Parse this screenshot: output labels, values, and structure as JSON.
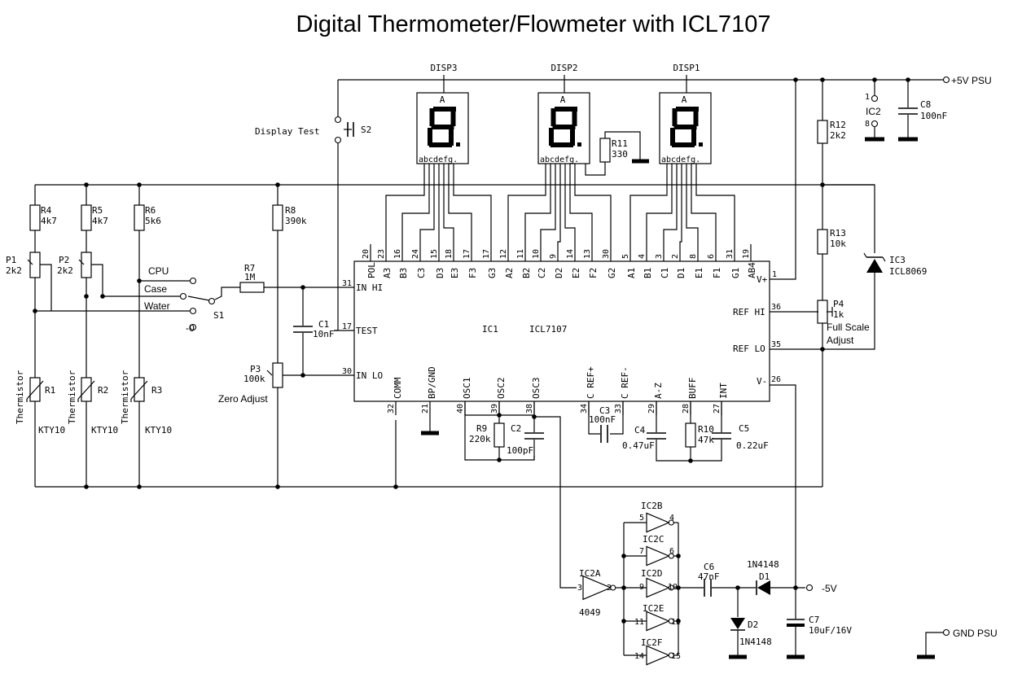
{
  "title": "Digital Thermometer/Flowmeter with ICL7107",
  "power": {
    "vplus": "+5V PSU",
    "vminus": "-5V",
    "gnd": "GND PSU"
  },
  "displays": {
    "disp3": {
      "name": "DISP3",
      "seg_a": "A",
      "pins": "abcdefg."
    },
    "disp2": {
      "name": "DISP2",
      "seg_a": "A",
      "pins": "abcdefg."
    },
    "disp1": {
      "name": "DISP1",
      "seg_a": "A",
      "pins": "abcdefg."
    }
  },
  "switches": {
    "s2_name": "S2",
    "s2_label": "Display Test",
    "s1_name": "S1",
    "s1_opt_cpu": "CPU",
    "s1_opt_case": "Case",
    "s1_opt_water": "Water",
    "s1_opt_off": "-0"
  },
  "sensors": {
    "r1": {
      "name": "R1",
      "type": "KTY10",
      "label": "Thermistor"
    },
    "r2": {
      "name": "R2",
      "type": "KTY10",
      "label": "Thermistor"
    },
    "r3": {
      "name": "R3",
      "type": "KTY10",
      "label": "Thermistor"
    }
  },
  "resistors": {
    "r4": {
      "name": "R4",
      "value": "4k7"
    },
    "r5": {
      "name": "R5",
      "value": "4k7"
    },
    "r6": {
      "name": "R6",
      "value": "5k6"
    },
    "r7": {
      "name": "R7",
      "value": "1M"
    },
    "r8": {
      "name": "R8",
      "value": "390k"
    },
    "r9": {
      "name": "R9",
      "value": "220k"
    },
    "r10": {
      "name": "R10",
      "value": "47k"
    },
    "r11": {
      "name": "R11",
      "value": "330"
    },
    "r12": {
      "name": "R12",
      "value": "2k2"
    },
    "r13": {
      "name": "R13",
      "value": "10k"
    }
  },
  "pots": {
    "p1": {
      "name": "P1",
      "value": "2k2"
    },
    "p2": {
      "name": "P2",
      "value": "2k2"
    },
    "p3": {
      "name": "P3",
      "value": "100k",
      "label": "Zero Adjust"
    },
    "p4": {
      "name": "P4",
      "value": "1k",
      "label1": "Full Scale",
      "label2": "Adjust"
    }
  },
  "caps": {
    "c1": {
      "name": "C1",
      "value": "10nF"
    },
    "c2": {
      "name": "C2",
      "value": "100pF"
    },
    "c3": {
      "name": "C3",
      "value": "100nF"
    },
    "c4": {
      "name": "C4",
      "value": "0.47uF"
    },
    "c5": {
      "name": "C5",
      "value": "0.22uF"
    },
    "c6": {
      "name": "C6",
      "value": "47nF"
    },
    "c7": {
      "name": "C7",
      "value": "10uF/16V"
    },
    "c8": {
      "name": "C8",
      "value": "100nF"
    }
  },
  "ics": {
    "ic1": {
      "name": "IC1",
      "part": "ICL7107"
    },
    "ic2": {
      "name": "IC2",
      "pin_top": "1",
      "pin_bot": "8"
    },
    "ic3": {
      "name": "IC3",
      "part": "ICL8069"
    },
    "ic2a": {
      "name": "IC2A",
      "part": "4049",
      "pin_in": "3",
      "pin_out": "2"
    },
    "ic2b": {
      "name": "IC2B",
      "pin_in": "5",
      "pin_out": "4"
    },
    "ic2c": {
      "name": "IC2C",
      "pin_in": "7",
      "pin_out": "6"
    },
    "ic2d": {
      "name": "IC2D",
      "pin_in": "9",
      "pin_out": "10"
    },
    "ic2e": {
      "name": "IC2E",
      "pin_in": "11",
      "pin_out": "12"
    },
    "ic2f": {
      "name": "IC2F",
      "pin_in": "14",
      "pin_out": "15"
    }
  },
  "diodes": {
    "d1": {
      "name": "D1",
      "part": "1N4148"
    },
    "d2": {
      "name": "D2",
      "part": "1N4148"
    }
  },
  "ic1_top_pins": [
    {
      "num": "20",
      "label": "POL"
    },
    {
      "num": "23",
      "label": "A3"
    },
    {
      "num": "16",
      "label": "B3"
    },
    {
      "num": "24",
      "label": "C3"
    },
    {
      "num": "15",
      "label": "D3"
    },
    {
      "num": "18",
      "label": "E3"
    },
    {
      "num": "17",
      "label": "F3"
    },
    {
      "num": "17",
      "label": "G3"
    },
    {
      "num": "12",
      "label": "A2"
    },
    {
      "num": "11",
      "label": "B2"
    },
    {
      "num": "10",
      "label": "C2"
    },
    {
      "num": "9",
      "label": "D2"
    },
    {
      "num": "14",
      "label": "E2"
    },
    {
      "num": "13",
      "label": "F2"
    },
    {
      "num": "30",
      "label": "G2"
    },
    {
      "num": "5",
      "label": "A1"
    },
    {
      "num": "4",
      "label": "B1"
    },
    {
      "num": "3",
      "label": "C1"
    },
    {
      "num": "2",
      "label": "D1"
    },
    {
      "num": "8",
      "label": "E1"
    },
    {
      "num": "6",
      "label": "F1"
    },
    {
      "num": "31",
      "label": "G1"
    },
    {
      "num": "19",
      "label": "AB4"
    }
  ],
  "ic1_bottom_pins": [
    {
      "num": "32",
      "label": "COMM"
    },
    {
      "num": "21",
      "label": "BP/GND"
    },
    {
      "num": "40",
      "label": "OSC1"
    },
    {
      "num": "39",
      "label": "OSC2"
    },
    {
      "num": "38",
      "label": "OSC3"
    },
    {
      "num": "34",
      "label": "C REF+"
    },
    {
      "num": "33",
      "label": "C REF-"
    },
    {
      "num": "29",
      "label": "A-Z"
    },
    {
      "num": "28",
      "label": "BUFF"
    },
    {
      "num": "27",
      "label": "INT"
    }
  ],
  "ic1_left_pins": [
    {
      "num": "31",
      "label": "IN HI"
    },
    {
      "num": "17",
      "label": "TEST"
    },
    {
      "num": "30",
      "label": "IN LO"
    }
  ],
  "ic1_right_pins": [
    {
      "num": "1",
      "label": "V+"
    },
    {
      "num": "36",
      "label": "REF HI"
    },
    {
      "num": "35",
      "label": "REF LO"
    },
    {
      "num": "26",
      "label": "V-"
    }
  ]
}
